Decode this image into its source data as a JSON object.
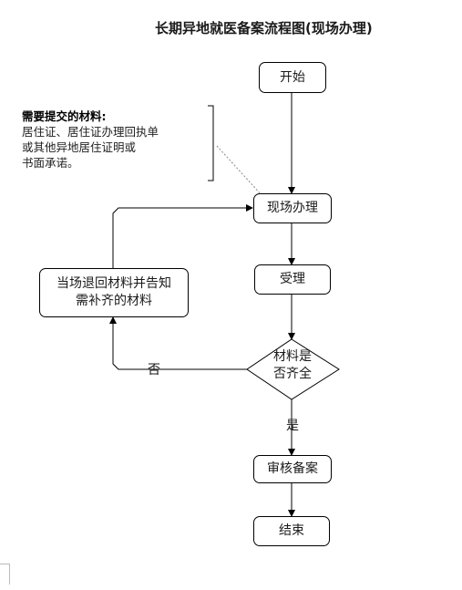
{
  "title": "长期异地就医备案流程图(现场办理)",
  "nodes": {
    "start": "开始",
    "onsite": "现场办理",
    "accept": "受理",
    "decision_line1": "材料是",
    "decision_line2": "否齐全",
    "return_line1": "当场退回材料并告知",
    "return_line2": "需补齐的材料",
    "review": "审核备案",
    "end": "结束"
  },
  "note": {
    "heading": "需要提交的材料:",
    "line1": "居住证、居住证办理回执单",
    "line2": "或其他异地居住证明或",
    "line3": "书面承诺。"
  },
  "edge_labels": {
    "no": "否",
    "yes": "是"
  }
}
